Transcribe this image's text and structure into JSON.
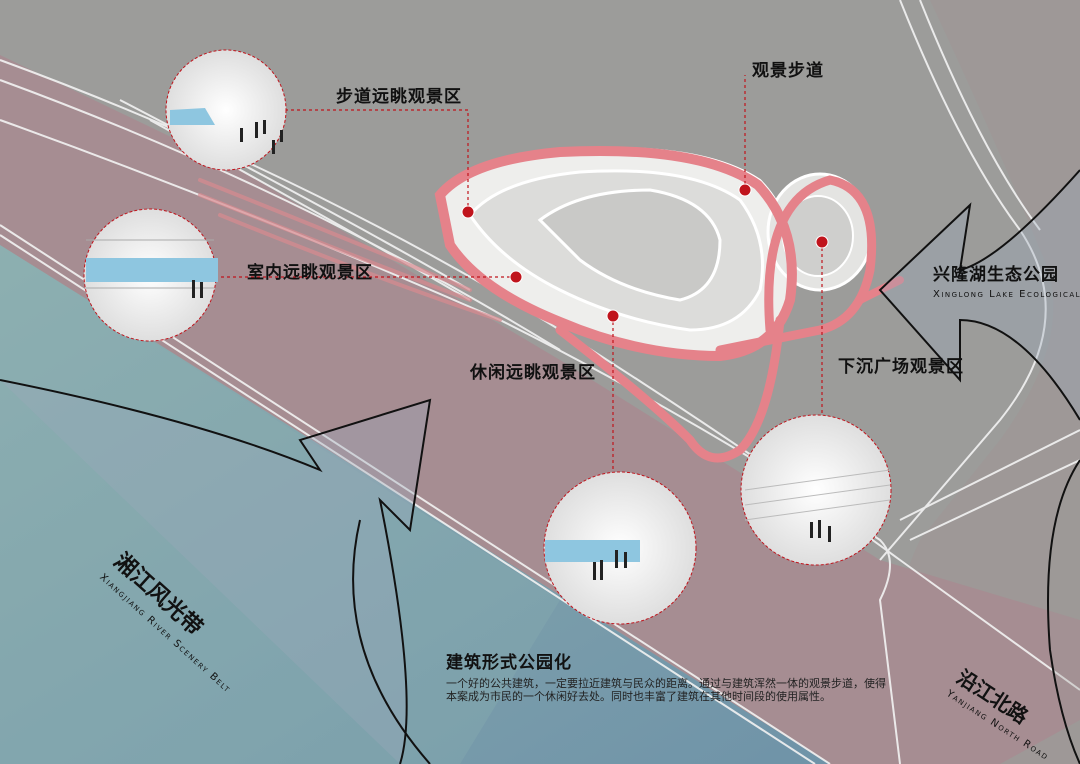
{
  "labels": {
    "walkway_view": "步道远眺观景区",
    "viewing_walkway": "观景步道",
    "indoor_view": "室内远眺观景区",
    "leisure_view": "休闲远眺观景区",
    "sunken_plaza_view": "下沉广场观景区"
  },
  "areas": {
    "xinglong_cn": "兴隆湖生态公园",
    "xinglong_en": "Xinglong Lake Ecological",
    "xiangjiang_cn": "湘江风光带",
    "xiangjiang_en": "Xiangjiang River Scenery Belt",
    "yanjiang_cn": "沿江北路",
    "yanjiang_en": "Yanjiang North Road"
  },
  "description": {
    "title": "建筑形式公园化",
    "body": "一个好的公共建筑，一定要拉近建筑与民众的距离。通过与建筑浑然一体的观景步道，使得本案成为市民的一个休闲好去处。同时也丰富了建筑在其他时间段的使用属性。"
  },
  "colors": {
    "concrete": "#9e9e9c",
    "river": "#7fa0ae",
    "road": "#a58e92",
    "ribbon": "#e5828a",
    "marker": "#c0141c"
  }
}
